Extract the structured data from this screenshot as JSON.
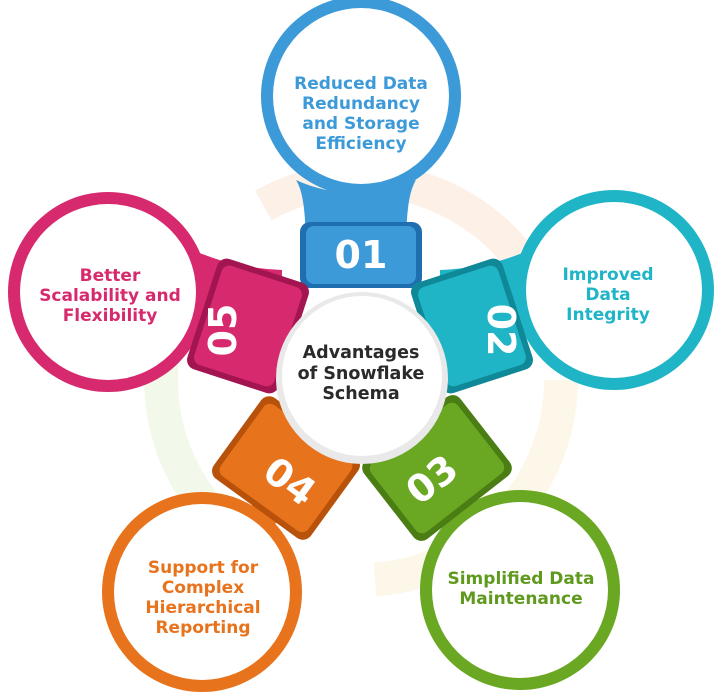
{
  "center": {
    "title": "Advantages\nof Snowflake\nSchema"
  },
  "items": [
    {
      "number": "01",
      "text": "Reduced Data\nRedundancy\nand Storage\nEfficiency",
      "color": "#3d9ad9",
      "dark": "#1f6fb0"
    },
    {
      "number": "02",
      "text": "Improved\nData\nIntegrity",
      "color": "#1fb5c7",
      "dark": "#0f8998"
    },
    {
      "number": "03",
      "text": "Simplified Data\nMaintenance",
      "color": "#6aa722",
      "dark": "#4a7d13"
    },
    {
      "number": "04",
      "text": "Support for\nComplex\nHierarchical\nReporting",
      "color": "#e8731d",
      "dark": "#b8520a"
    },
    {
      "number": "05",
      "text": "Better\nScalability and\nFlexibility",
      "color": "#d72a6e",
      "dark": "#a31550"
    }
  ]
}
